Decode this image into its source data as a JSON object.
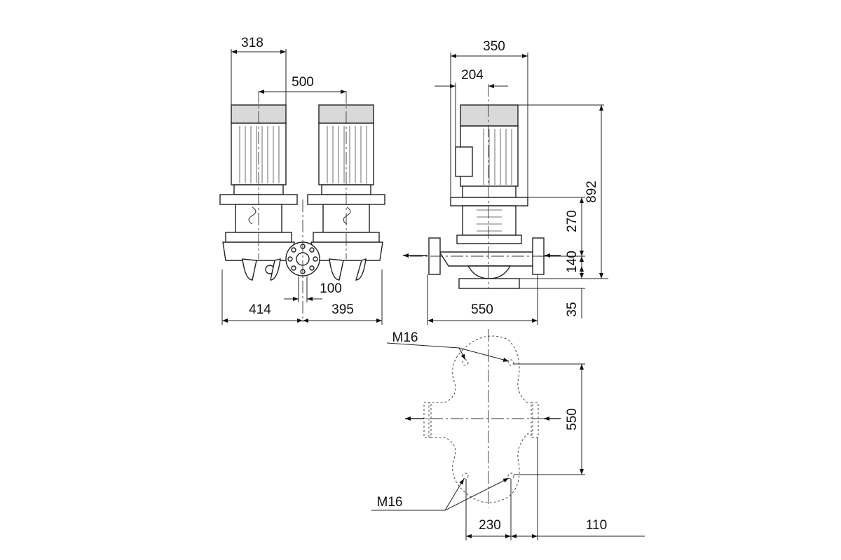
{
  "dimensions": {
    "front_318": "318",
    "front_500": "500",
    "front_100": "100",
    "front_414": "414",
    "front_395": "395",
    "side_350": "350",
    "side_204": "204",
    "side_892": "892",
    "side_270": "270",
    "side_140": "140",
    "side_35": "35",
    "side_550": "550",
    "plan_550": "550",
    "plan_230": "230",
    "plan_110": "110"
  },
  "labels": {
    "bolt_top": "M16",
    "bolt_bottom": "M16"
  }
}
